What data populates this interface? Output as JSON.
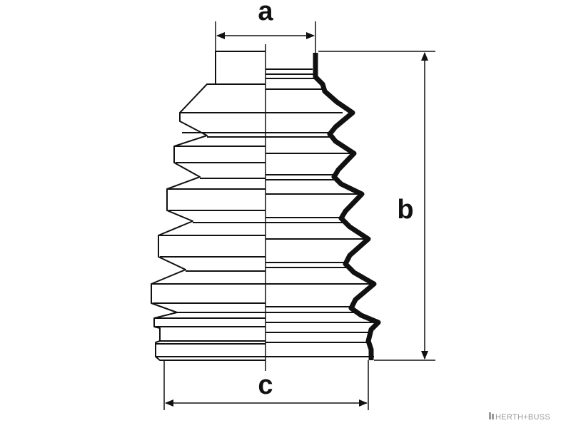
{
  "dimensions": {
    "a": "a",
    "b": "b",
    "c": "c"
  },
  "brand": {
    "name": "HERTH+BUSS",
    "logo_icon": "herth-buss-logo-icon"
  },
  "colors": {
    "ink": "#111111",
    "background": "#ffffff",
    "watermark": "#9a9a9a"
  }
}
